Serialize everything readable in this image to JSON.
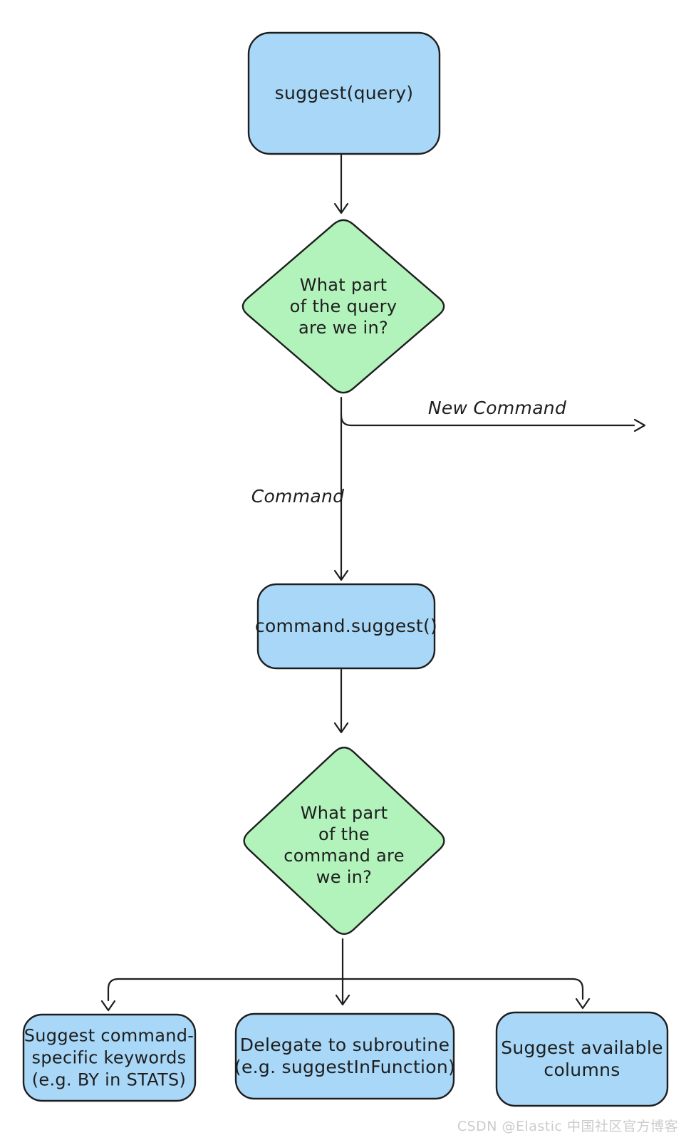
{
  "diagram": {
    "nodes": {
      "start": {
        "label": "suggest(query)"
      },
      "decision_query": {
        "lines": [
          "What part",
          "of the query",
          "are we in?"
        ]
      },
      "command_suggest": {
        "label": "command.suggest()"
      },
      "decision_command": {
        "lines": [
          "What part",
          "of the",
          "command are",
          "we in?"
        ]
      },
      "outcome_keywords": {
        "lines": [
          "Suggest command-",
          "specific keywords",
          "(e.g. BY in STATS)"
        ]
      },
      "outcome_delegate": {
        "lines": [
          "Delegate to subroutine",
          "(e.g. suggestInFunction)"
        ]
      },
      "outcome_columns": {
        "lines": [
          "Suggest available",
          "columns"
        ]
      }
    },
    "edge_labels": {
      "new_command": "New Command",
      "command": "Command"
    },
    "colors": {
      "node_blue": "#a8d7f7",
      "node_green": "#b2f2bb",
      "stroke": "#1e1e1e",
      "watermark": "#cbcbcb"
    }
  },
  "watermark": {
    "text": "CSDN @Elastic 中国社区官方博客"
  }
}
